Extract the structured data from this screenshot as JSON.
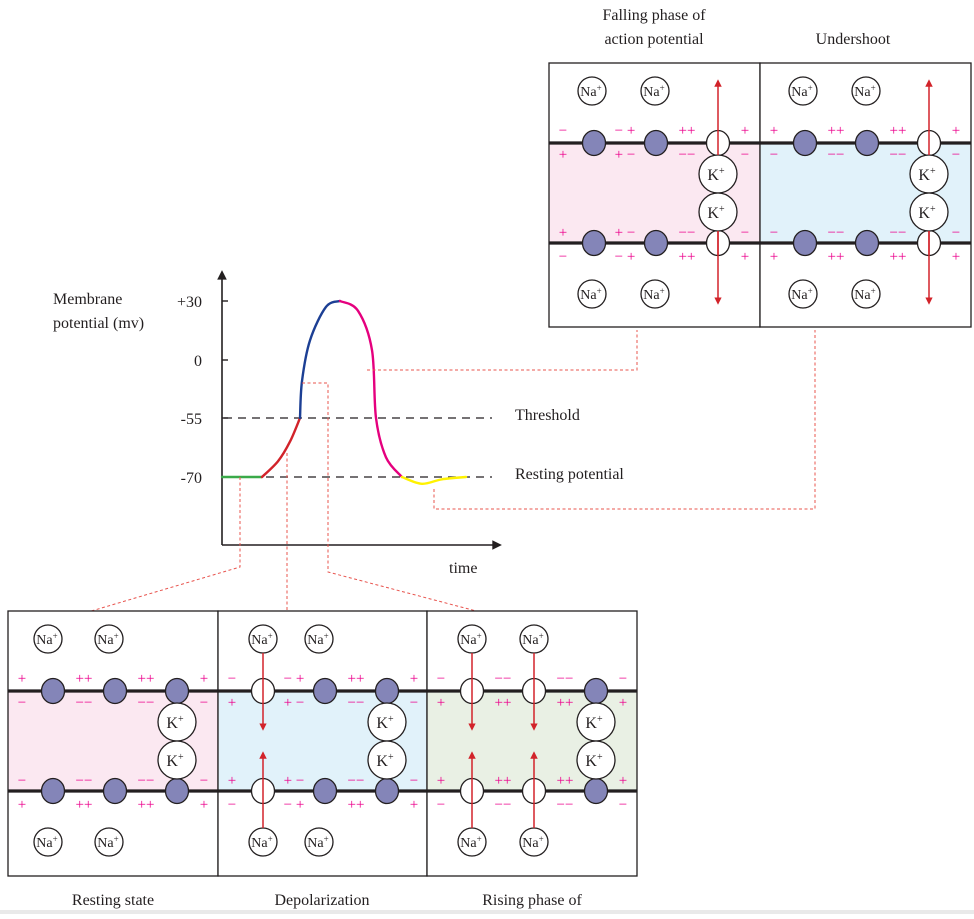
{
  "colors": {
    "pink_bg": "#fbe8f1",
    "blue_bg": "#e1f2fa",
    "green_bg": "#e9f0e4",
    "charge": "#ec008c",
    "arrow": "#d2232a",
    "pump": "#8485b8",
    "resting_line": "#3aaa49",
    "depol_line": "#d2232a",
    "rising_line": "#1c3f94",
    "falling_line": "#e5007e",
    "undershoot_line": "#fff200",
    "leader": "#e8544e"
  },
  "chart_data": {
    "type": "line",
    "title": "",
    "ylabel": "Membrane potential (mv)",
    "xlabel": "time",
    "ylim": [
      -100,
      40
    ],
    "yticks": [
      {
        "value": 30,
        "label": "+30"
      },
      {
        "value": 0,
        "label": "0"
      },
      {
        "value": -55,
        "label": "-55"
      },
      {
        "value": -70,
        "label": "-70"
      }
    ],
    "reference_lines": [
      {
        "value": -55,
        "label": "Threshold"
      },
      {
        "value": -70,
        "label": "Resting potential"
      }
    ],
    "series": [
      {
        "name": "Resting state",
        "color_key": "resting_line",
        "points": [
          [
            0,
            -70
          ],
          [
            1.0,
            -70
          ]
        ]
      },
      {
        "name": "Depolarization",
        "color_key": "depol_line",
        "points": [
          [
            1.0,
            -70
          ],
          [
            1.4,
            -66
          ],
          [
            1.7,
            -61
          ],
          [
            1.95,
            -55
          ]
        ]
      },
      {
        "name": "Rising phase",
        "color_key": "rising_line",
        "points": [
          [
            1.95,
            -55
          ],
          [
            2.0,
            -20
          ],
          [
            2.2,
            10
          ],
          [
            2.6,
            27
          ],
          [
            2.95,
            30
          ]
        ]
      },
      {
        "name": "Falling phase",
        "color_key": "falling_line",
        "points": [
          [
            2.95,
            30
          ],
          [
            3.4,
            25
          ],
          [
            3.75,
            5
          ],
          [
            3.85,
            -55
          ],
          [
            4.1,
            -65
          ],
          [
            4.5,
            -70
          ]
        ]
      },
      {
        "name": "Undershoot",
        "color_key": "undershoot_line",
        "points": [
          [
            4.5,
            -70
          ],
          [
            5.0,
            -73
          ],
          [
            5.5,
            -71
          ],
          [
            6.1,
            -70
          ]
        ]
      }
    ],
    "xlim": [
      0,
      7
    ]
  },
  "panels": [
    {
      "id": "resting",
      "caption": "Resting state",
      "bg": "pink_bg",
      "top_na": [
        "Na+",
        "Na+"
      ],
      "bottom_na": [
        "Na+",
        "Na+"
      ],
      "channels": [
        "pump",
        "pump",
        "pump"
      ],
      "k_ions": [
        "K+",
        "K+"
      ],
      "na_arrows": [],
      "k_arrow": false,
      "charges": {
        "top_out": [
          "+",
          "++",
          "++",
          "+"
        ],
        "top_in": [
          "−",
          "−−",
          "−−",
          "−"
        ],
        "bot_in": [
          "−",
          "−−",
          "−−",
          "−"
        ],
        "bot_out": [
          "+",
          "++",
          "++",
          "+"
        ]
      }
    },
    {
      "id": "depolarization",
      "caption": "Depolarization",
      "bg": "blue_bg",
      "top_na": [
        "Na+",
        "Na+"
      ],
      "bottom_na": [
        "Na+",
        "Na+"
      ],
      "channels": [
        "open",
        "pump",
        "pump"
      ],
      "k_ions": [
        "K+",
        "K+"
      ],
      "na_arrows": [
        0
      ],
      "k_arrow": false,
      "charges": {
        "top_out": [
          "−",
          "− +",
          "++",
          "+"
        ],
        "top_in": [
          "+",
          "+ −",
          "−−",
          "−"
        ],
        "bot_in": [
          "+",
          "+ −",
          "−−",
          "−"
        ],
        "bot_out": [
          "−",
          "− +",
          "++",
          "+"
        ]
      }
    },
    {
      "id": "rising",
      "caption": "Rising phase of",
      "bg": "green_bg",
      "top_na": [
        "Na+",
        "Na+"
      ],
      "bottom_na": [
        "Na+",
        "Na+"
      ],
      "channels": [
        "open",
        "open",
        "pump"
      ],
      "k_ions": [
        "K+",
        "K+"
      ],
      "na_arrows": [
        0,
        1
      ],
      "k_arrow": false,
      "charges": {
        "top_out": [
          "−",
          "−−",
          "−−",
          "−"
        ],
        "top_in": [
          "+",
          "++",
          "++",
          "+"
        ],
        "bot_in": [
          "+",
          "++",
          "++",
          "+"
        ],
        "bot_out": [
          "−",
          "−−",
          "−−",
          "−"
        ]
      }
    },
    {
      "id": "falling",
      "caption_lines": [
        "Falling phase of",
        "action potential"
      ],
      "bg": "pink_bg",
      "top_na": [
        "Na+",
        "Na+"
      ],
      "bottom_na": [
        "Na+",
        "Na+"
      ],
      "channels": [
        "pump",
        "pump",
        "open"
      ],
      "k_ions": [
        "K+",
        "K+"
      ],
      "na_arrows": [],
      "k_arrow": true,
      "charges": {
        "top_out": [
          "−",
          "− +",
          "++",
          "+"
        ],
        "top_in": [
          "+",
          "+ −",
          "−−",
          "−"
        ],
        "bot_in": [
          "+",
          "+ −",
          "−−",
          "−"
        ],
        "bot_out": [
          "−",
          "− +",
          "++",
          "+"
        ]
      }
    },
    {
      "id": "undershoot",
      "caption_lines": [
        "Undershoot"
      ],
      "bg": "blue_bg",
      "top_na": [
        "Na+",
        "Na+"
      ],
      "bottom_na": [
        "Na+",
        "Na+"
      ],
      "channels": [
        "pump",
        "pump",
        "open"
      ],
      "k_ions": [
        "K+",
        "K+"
      ],
      "na_arrows": [],
      "k_arrow": true,
      "charges": {
        "top_out": [
          "+",
          "++",
          "++",
          "+"
        ],
        "top_in": [
          "−",
          "−−",
          "−−",
          "−"
        ],
        "bot_in": [
          "−",
          "−−",
          "−−",
          "−"
        ],
        "bot_out": [
          "+",
          "++",
          "++",
          "+"
        ]
      }
    }
  ]
}
